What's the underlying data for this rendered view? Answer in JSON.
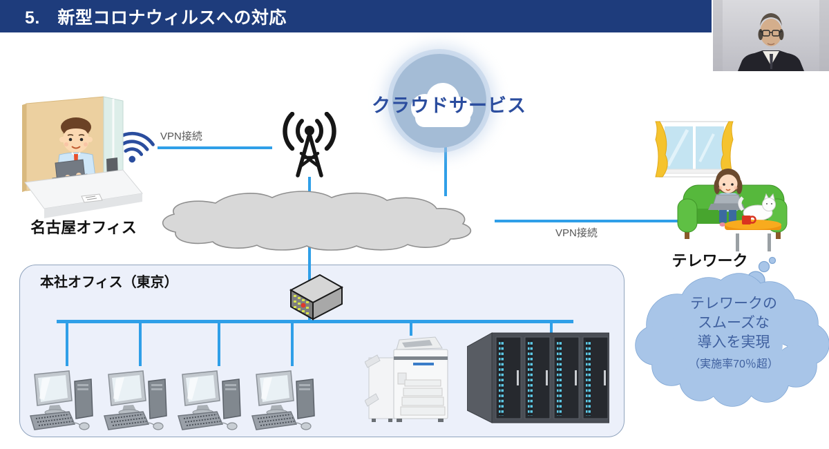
{
  "header": {
    "title": "5.　新型コロナウィルスへの対応"
  },
  "cloud_service": {
    "label": "クラウドサービス",
    "icon": "cloud-icon"
  },
  "connections": {
    "vpn_left": {
      "label": "VPN接続"
    },
    "vpn_right": {
      "label": "VPN接続"
    }
  },
  "nagoya_office": {
    "label": "名古屋オフィス",
    "icon": "office-worker-illustration"
  },
  "telework": {
    "label": "テレワーク",
    "icon": "home-worker-illustration"
  },
  "head_office": {
    "label": "本社オフィス（東京）",
    "computer_count": 4,
    "device_icons": [
      "router-icon",
      "desktop-computer-icon",
      "printer-icon",
      "server-rack-icon"
    ]
  },
  "thought_bubble": {
    "lines": [
      "テレワークの",
      "スムーズな",
      "導入を実現",
      "（実施率70％超）"
    ]
  },
  "colors": {
    "header_bg": "#1e3c7c",
    "network_line": "#2f9fe8",
    "cloud_service_text": "#2b4d9e",
    "bubble_fill": "#a8c5e8",
    "bubble_text": "#3f609f",
    "office_box_fill": "#ecf0fa"
  }
}
